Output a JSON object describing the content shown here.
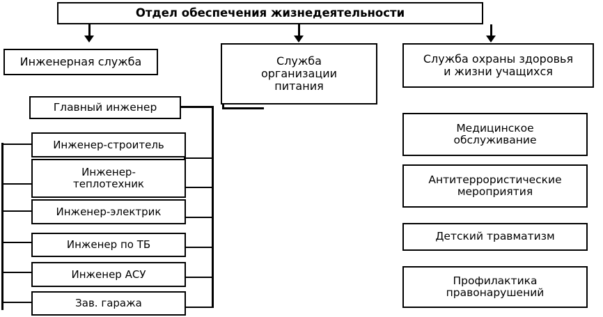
{
  "diagram": {
    "title_node": {
      "label": "Отдел обеспечения жизнедеятельности"
    },
    "level2": [
      {
        "id": "engineering-service",
        "label": "Инженерная служба"
      },
      {
        "id": "catering-service",
        "label": "Служба\nорганизации\nпитания"
      },
      {
        "id": "health-safety-service",
        "label": "Служба охраны здоровья\nи жизни учащихся"
      }
    ],
    "engineering_branch": {
      "head": {
        "id": "chief-engineer",
        "label": "Главный инженер"
      },
      "staff": [
        {
          "id": "engineer-builder",
          "label": "Инженер-строитель"
        },
        {
          "id": "engineer-heat",
          "label": "Инженер-\nтеплотехник"
        },
        {
          "id": "engineer-electric",
          "label": "Инженер-электрик"
        },
        {
          "id": "engineer-safety",
          "label": "Инженер по ТБ"
        },
        {
          "id": "engineer-acs",
          "label": "Инженер АСУ"
        },
        {
          "id": "garage-manager",
          "label": "Зав. гаража"
        }
      ]
    },
    "health_branch": {
      "items": [
        {
          "id": "medical-service",
          "label": "Медицинское\nобслуживание"
        },
        {
          "id": "antiterror-measures",
          "label": "Антитеррористические\nмероприятия"
        },
        {
          "id": "child-injuries",
          "label": "Детский травматизм"
        },
        {
          "id": "offence-prevention",
          "label": "Профилактика\nправонарушений"
        }
      ]
    },
    "colors": {
      "line": "#000000",
      "fill": "#ffffff",
      "text": "#000000"
    }
  }
}
